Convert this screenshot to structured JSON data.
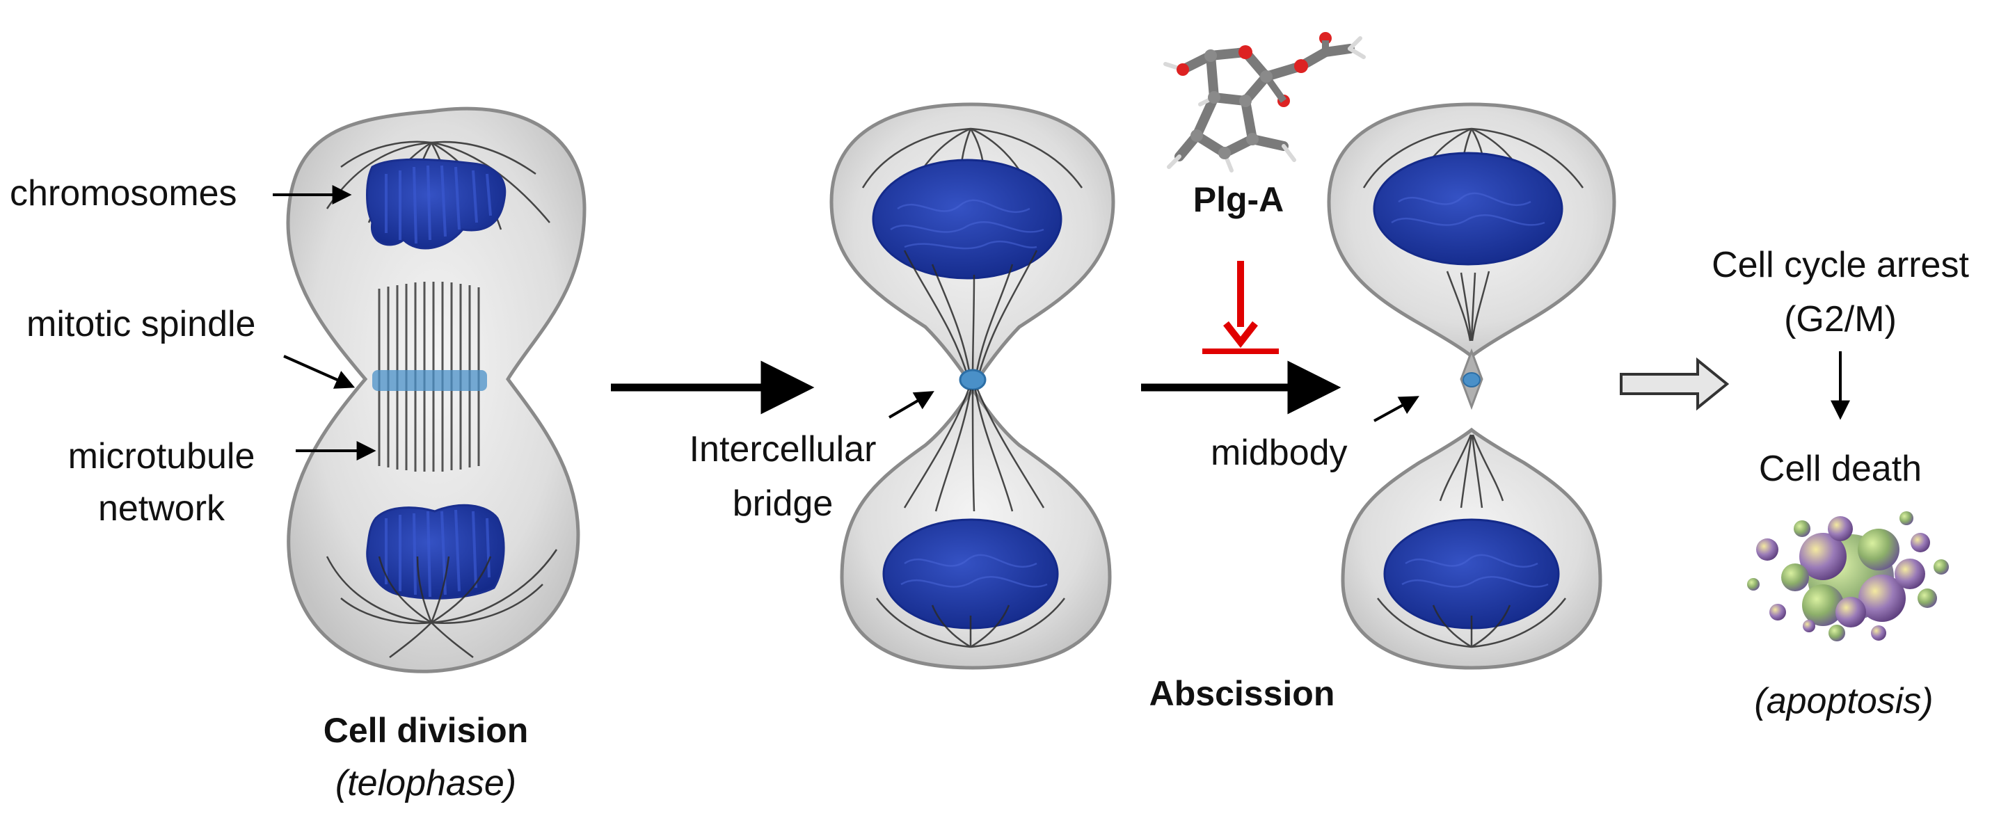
{
  "labels": {
    "chromosomes": "chromosomes",
    "mitotic_spindle": "mitotic spindle",
    "microtubule_line1": "microtubule",
    "microtubule_line2": "network",
    "cell_division": "Cell division",
    "telophase": "(telophase)",
    "intercellular_line1": "Intercellular",
    "intercellular_line2": "bridge",
    "compound": "Plg-A",
    "midbody": "midbody",
    "abscission": "Abscission",
    "arrest_line1": "Cell cycle arrest",
    "arrest_line2": "(G2/M)",
    "cell_death": "Cell death",
    "apoptosis": "(apoptosis)"
  },
  "colors": {
    "cell_fill": "#d9d9d9",
    "cell_outline": "#8c8c8c",
    "nucleus": "#1f3aa6",
    "spindle_band": "#4a90c8",
    "microtubule": "#2b2b2b",
    "inhibition": "#e00000",
    "arrow": "#000000",
    "apoptotic_body": "#9b7bb5"
  }
}
